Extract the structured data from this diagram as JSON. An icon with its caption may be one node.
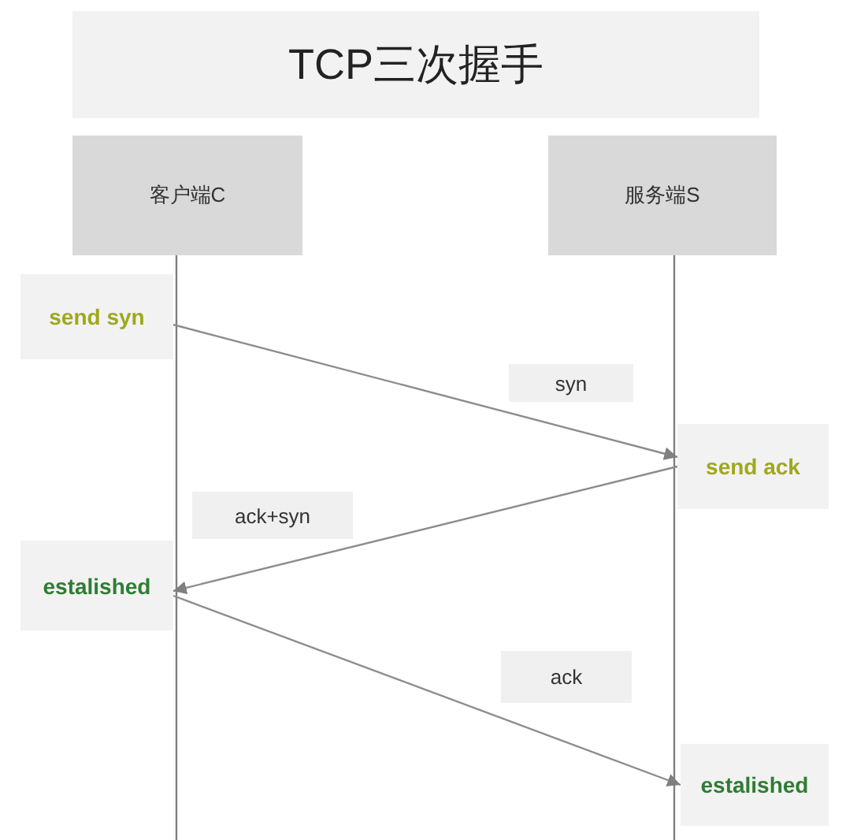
{
  "diagram": {
    "title": "TCP三次握手",
    "nodes": [
      {
        "text": [
          "客户端C"
        ]
      },
      {
        "text": [
          "服务端S"
        ]
      },
      {
        "text": [
          "send syn"
        ]
      },
      {
        "text": [
          "send ack"
        ]
      },
      {
        "text": [
          "estalished"
        ]
      },
      {
        "text": [
          "estalished"
        ]
      }
    ],
    "edges": [
      {
        "from": 2,
        "to": 3,
        "arrow": "to",
        "label": "syn"
      },
      {
        "from": 3,
        "to": 4,
        "arrow": "to",
        "label": "ack+syn"
      },
      {
        "from": 4,
        "to": 5,
        "arrow": "to",
        "label": "ack"
      },
      {
        "from": 0,
        "to": null,
        "arrow": "none"
      },
      {
        "from": 1,
        "to": 5,
        "arrow": "none"
      }
    ]
  }
}
